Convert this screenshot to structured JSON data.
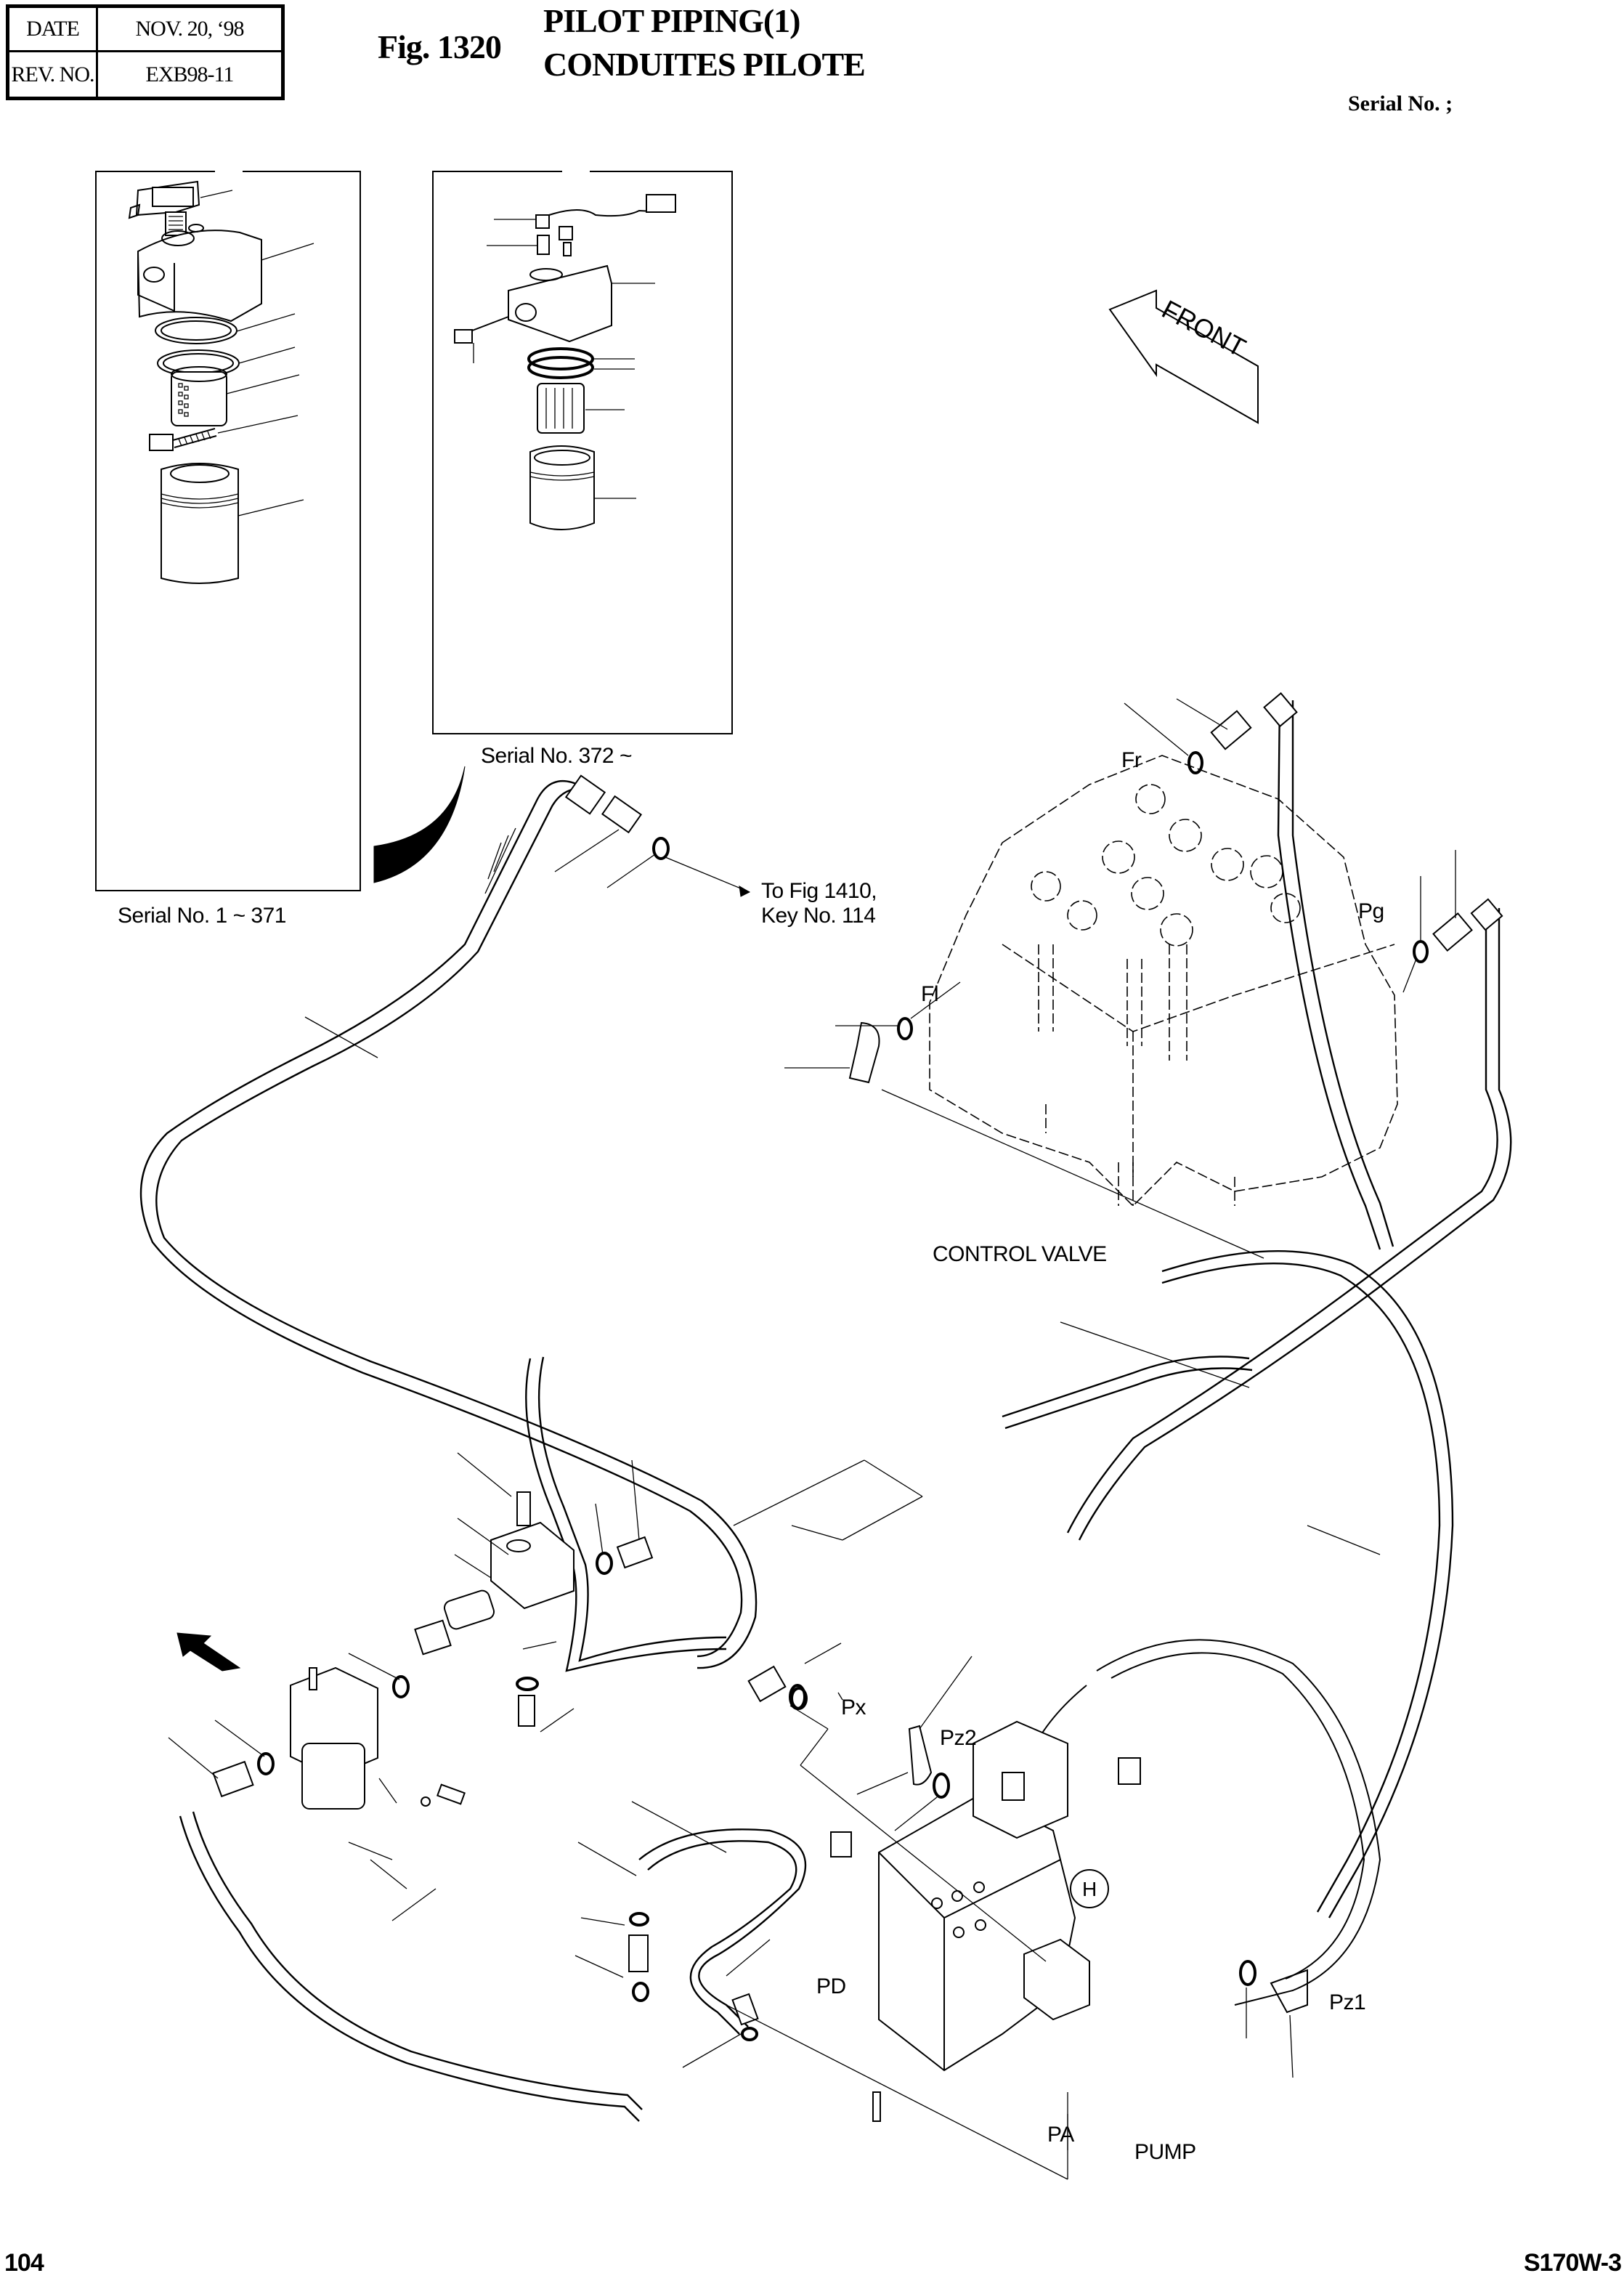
{
  "header": {
    "date_label": "DATE",
    "date_value": "NOV. 20, ‘98",
    "rev_label": "REV. NO.",
    "rev_value": "EXB98-11",
    "figure_number": "Fig. 1320",
    "title_en": "PILOT PIPING(1)",
    "title_fr": "CONDUITES PILOTE",
    "serial_no": "Serial No. ;"
  },
  "insets": [
    {
      "caption": "Serial No. 1 ~ 371"
    },
    {
      "caption": "Serial No. 372 ~"
    }
  ],
  "orientation": {
    "front_arrow_label": "FRONT",
    "front_arrow_icon": "front-arrow-icon",
    "direction_arrow_icon": "direction-arrow-icon"
  },
  "callouts": {
    "reference_line1": "To Fig 1410,",
    "reference_line2": "Key No. 114",
    "fr": "Fr",
    "pg": "Pg",
    "fl": "Fl",
    "px": "Px",
    "pz2": "Pz2",
    "pz1": "Pz1",
    "pd": "PD",
    "pa": "PA"
  },
  "components": {
    "control_valve": "CONTROL VALVE",
    "pump": "PUMP"
  },
  "footer": {
    "page_number": "104",
    "model": "S170W-3"
  }
}
